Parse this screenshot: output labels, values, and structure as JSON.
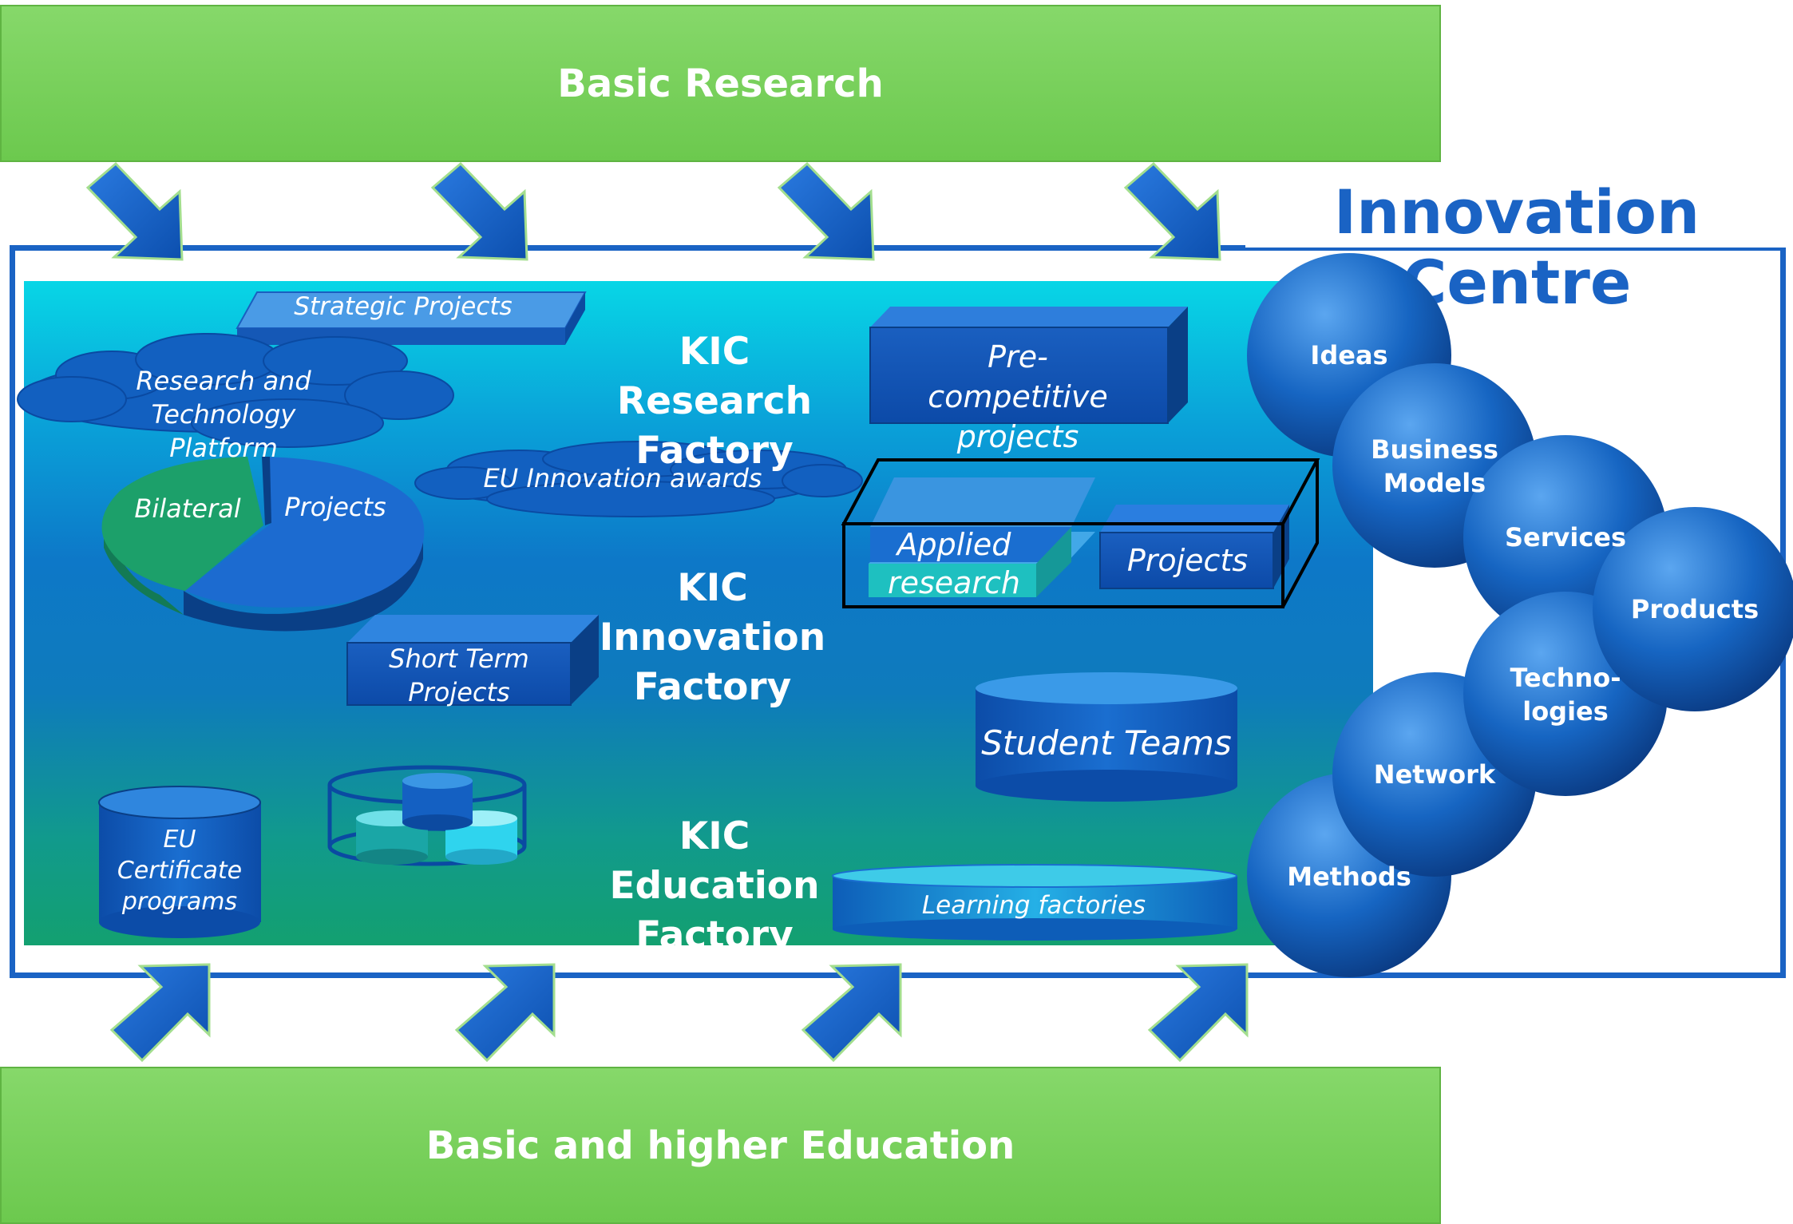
{
  "bands": {
    "top": "Basic Research",
    "bottom": "Basic and higher Education"
  },
  "centre": {
    "title": "Innovation Centre"
  },
  "factories": {
    "research": "KIC Research Factory",
    "innovation": "KIC Innovation Factory",
    "education": "KIC Education Factory"
  },
  "elements": {
    "strategic_projects": "Strategic Projects",
    "research_platform": "Research and Technology Platform",
    "bilateral": "Bilateral",
    "projects_pie": "Projects",
    "eu_awards": "EU Innovation awards",
    "short_term": "Short Term Projects",
    "pre_competitive": "Pre-competitive projects",
    "applied_research": "Applied research",
    "projects_box": "Projects",
    "student_teams": "Student Teams",
    "eu_certificate": "EU Certificate programs",
    "learning_factories": "Learning factories"
  },
  "outcomes": [
    "Ideas",
    "Business Models",
    "Services",
    "Products",
    "Techno-logies",
    "Network",
    "Methods"
  ],
  "colors": {
    "green_band": "#74d057",
    "frame_blue": "#1a63c4",
    "shape_blue": "#0d5bb5",
    "teal": "#1a9a74"
  }
}
